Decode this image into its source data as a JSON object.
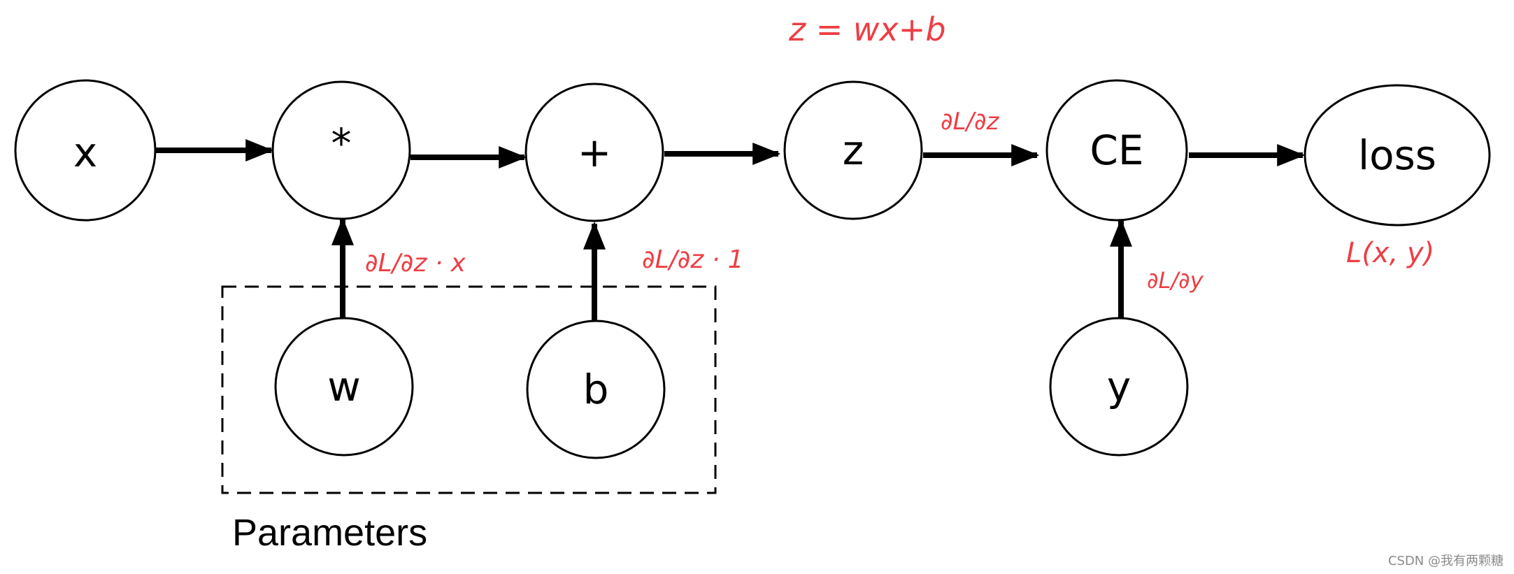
{
  "colors": {
    "input_fill": "#fdebd7",
    "param_fill": "#dcecfb",
    "annotation": "#ee3e44"
  },
  "nodes": {
    "x": "x",
    "mul": "*",
    "add": "+",
    "z": "z",
    "ce": "CE",
    "loss": "loss",
    "w": "w",
    "b": "b",
    "y": "y"
  },
  "parameters_label": "Parameters",
  "annotations": {
    "equation": "z = wx+b",
    "grad_z": "∂L/∂z",
    "grad_w": "∂L/∂z · x",
    "grad_b": "∂L/∂z · 1",
    "grad_y": "∂L/∂y",
    "loss_fn": "L(x, y)"
  },
  "watermark": "CSDN @我有两颗糖"
}
